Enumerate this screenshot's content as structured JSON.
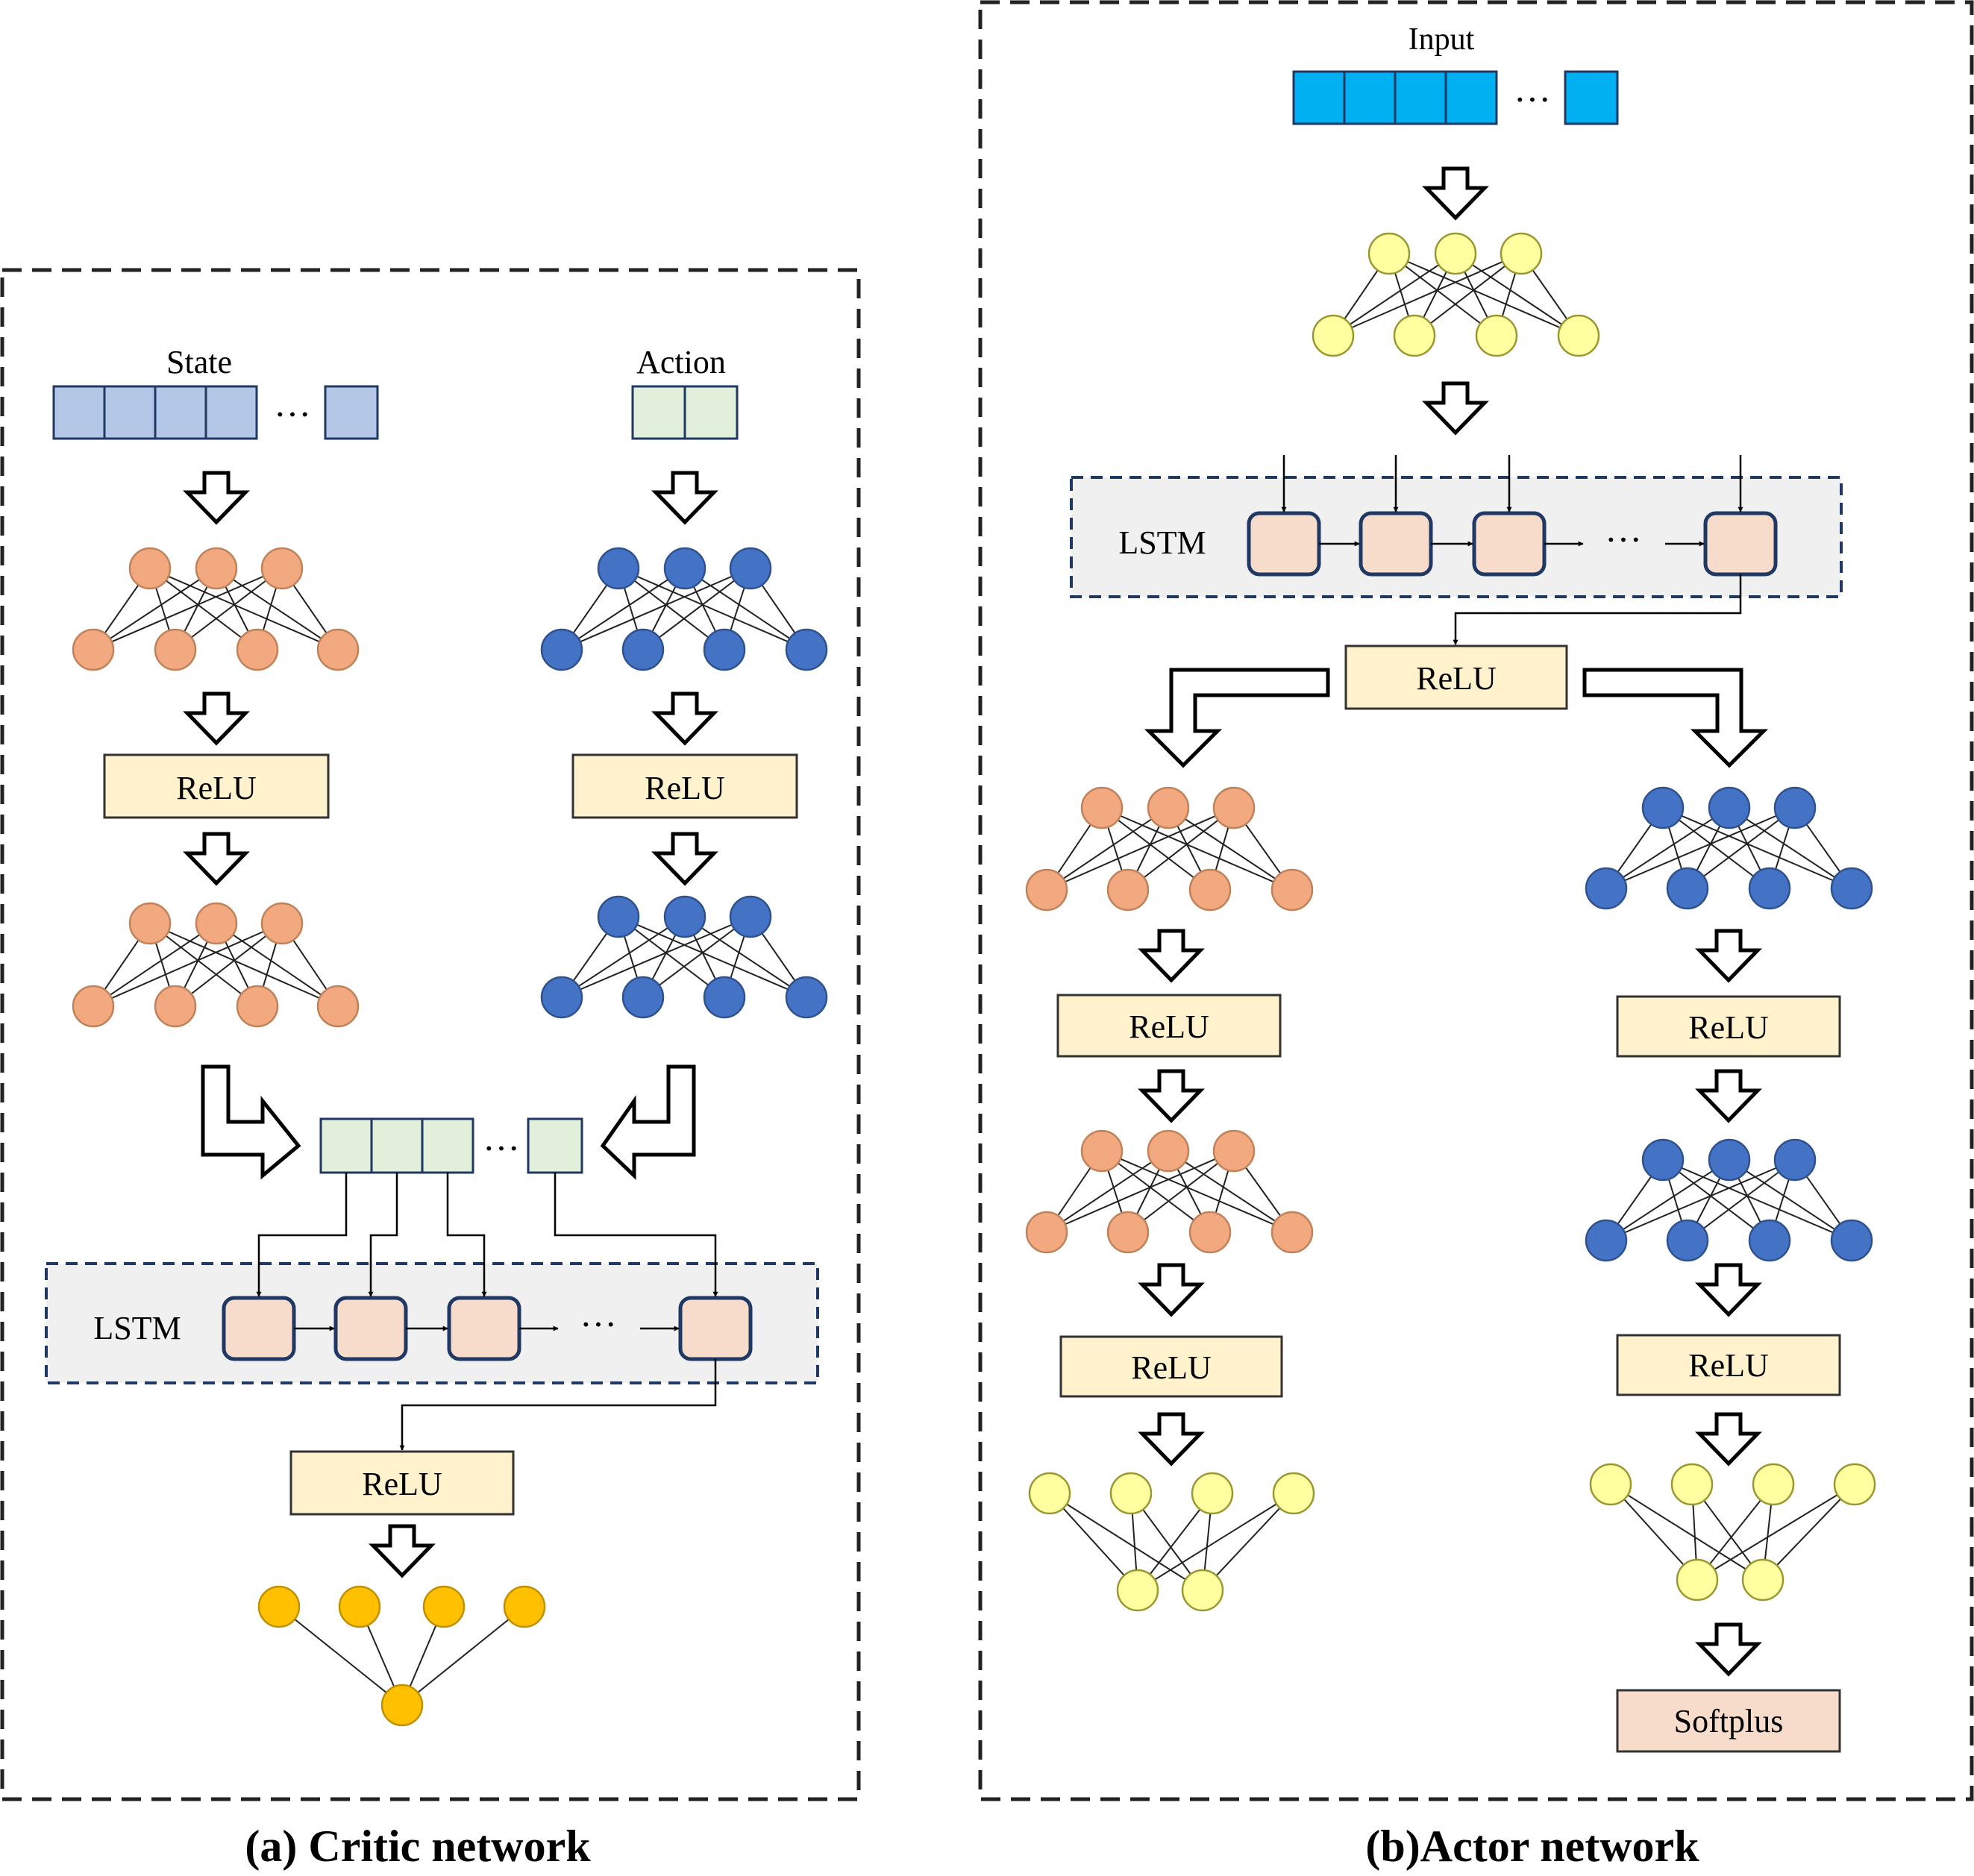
{
  "critic": {
    "caption": "(a) Critic network",
    "state_label": "State",
    "action_label": "Action",
    "relu_label": "ReLU",
    "lstm_label": "LSTM",
    "ellipsis": "···"
  },
  "actor": {
    "caption": "(b)Actor network",
    "input_label": "Input",
    "relu_label": "ReLU",
    "lstm_label": "LSTM",
    "softplus_label": "Softplus",
    "ellipsis": "···"
  },
  "colors": {
    "orange_node": "#F2A97F",
    "blue_node": "#4472C4",
    "yellow_node": "#FFFFA0",
    "gold_node": "#FFC000",
    "state_cell": "#B4C7E7",
    "action_cell": "#E2EFDA",
    "input_cell": "#00B0F0",
    "relu_fill": "#FFF2CC",
    "lstm_cell": "#F8DCCB",
    "lstm_panel": "#F0F0F0",
    "softplus_fill": "#F8DCCB"
  }
}
